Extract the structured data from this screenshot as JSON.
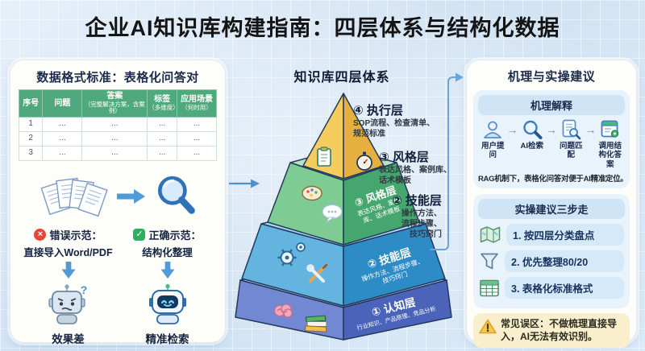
{
  "title": "企业AI知识库构建指南：四层体系与结构化数据",
  "palette": {
    "background": "#d7e6f5",
    "table_header_green": "#4fa97c",
    "layer_execution_yellow": "#eeb945",
    "layer_style_green": "#4aa873",
    "layer_skill_blue": "#2d8cc6",
    "layer_cognition_blue": "#4b63b8",
    "error_red": "#e64538",
    "success_green": "#2fae62",
    "accent_blue": "#4f9ad9",
    "warning_bg": "#f9efcc"
  },
  "left_panel": {
    "header": "数据格式标准：表格化问答对",
    "table": {
      "headers": [
        {
          "main": "序号",
          "sub": ""
        },
        {
          "main": "问题",
          "sub": ""
        },
        {
          "main": "答案",
          "sub": "（完整解决方案，含案例）"
        },
        {
          "main": "标签",
          "sub": "（多维度）"
        },
        {
          "main": "应用场景",
          "sub": "（何时用）"
        }
      ],
      "rows": [
        [
          "1",
          "...",
          "...",
          "...",
          "..."
        ],
        [
          "2",
          "...",
          "...",
          "...",
          "..."
        ],
        [
          "3",
          "...",
          "...",
          "...",
          "..."
        ]
      ]
    },
    "wrong_example": {
      "badge": "×",
      "title": "错误示范：",
      "desc": "直接导入Word/PDF",
      "result": "效果差",
      "mark": "?"
    },
    "right_example": {
      "badge": "✓",
      "title": "正确示范：",
      "desc": "结构化整理",
      "result": "精准检索"
    }
  },
  "center": {
    "header": "知识库四层体系",
    "annotation_execution": {
      "label": "④ 执行层",
      "lines": [
        "SOP流程、检查清单、",
        "规范标准"
      ]
    },
    "annotation_style": {
      "label": "③ 风格层",
      "lines": [
        "表达风格、案例库、",
        "话术模板"
      ]
    },
    "annotation_skill": {
      "label": "② 技能层",
      "lines": [
        "操作方法、",
        "流程步骤、",
        "技巧窍门"
      ]
    },
    "face_style": {
      "label": "③ 风格层",
      "line1": "表达风格、案例",
      "line2": "库、话术模板"
    },
    "face_skill": {
      "label": "② 技能层",
      "line1": "操作方法、流程步骤、",
      "line2": "技巧窍门"
    },
    "face_cognition": {
      "label": "① 认知层",
      "line1": "行业知识、产品原理、竞品分析"
    }
  },
  "right_panel": {
    "header": "机理与实操建议",
    "mechanism": {
      "header": "机理解释",
      "arrow": "→",
      "flow": [
        {
          "label": "用户提问"
        },
        {
          "label": "AI检索"
        },
        {
          "label": "问题匹配"
        },
        {
          "label": "调用结构化答案"
        }
      ],
      "note": "RAG机制下，表格化问答对便于AI精准定位。"
    },
    "steps": {
      "header": "实操建议三步走",
      "items": [
        {
          "label": "1. 按四层分类盘点"
        },
        {
          "label": "2. 优先整理80/20"
        },
        {
          "label": "3. 表格化标准格式"
        }
      ]
    },
    "warning": "常见误区：不做梳理直接导入，AI无法有效识别。"
  }
}
